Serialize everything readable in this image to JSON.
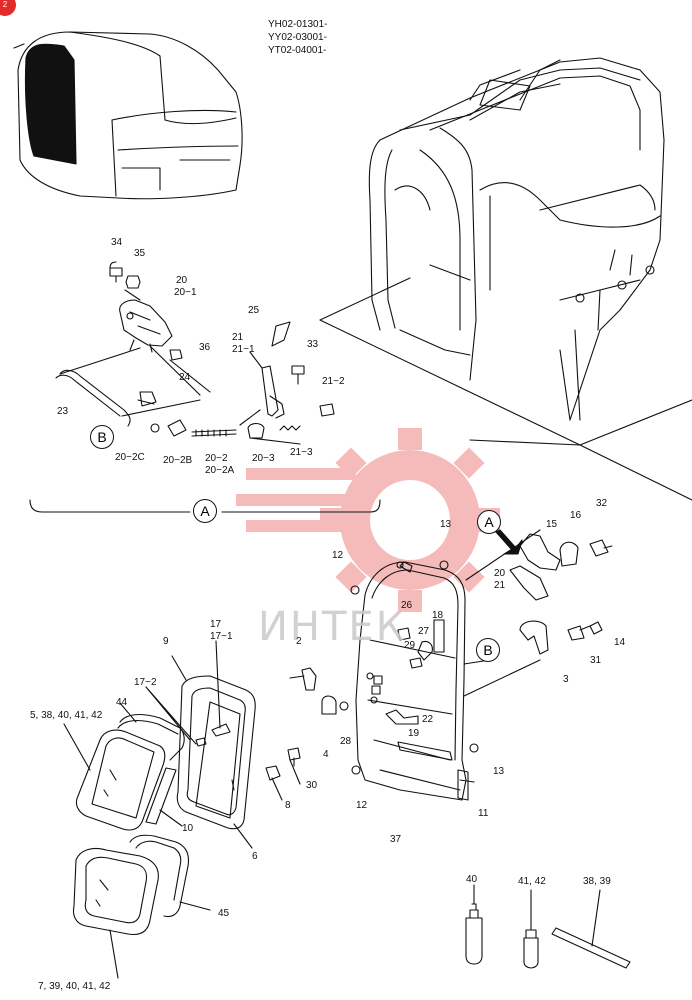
{
  "serial_numbers": [
    "YH02-01301-",
    "YY02-03001-",
    "YT02-04001-"
  ],
  "watermark": {
    "text": "ИНТЕК",
    "color": "#e32b2b"
  },
  "corner_badge": "2",
  "callouts": {
    "a_detail": "A",
    "a_ref": "A",
    "b_left": "B",
    "b_right": "B"
  },
  "labels": {
    "p34": "34",
    "p35": "35",
    "p20_top": "20",
    "p20_1": "20−1",
    "p36": "36",
    "p23": "23",
    "p24": "24",
    "p20_2C": "20−2C",
    "p20_2B": "20−2B",
    "p20_2": "20−2",
    "p20_2A": "20−2A",
    "p20_3": "20−3",
    "p25": "25",
    "p21": "21",
    "p21_1": "21−1",
    "p33": "33",
    "p21_2": "21−2",
    "p21_3": "21−3",
    "p13_top": "13",
    "p15": "15",
    "p16": "16",
    "p32": "32",
    "p20_r": "20",
    "p21_r": "21",
    "p12_top": "12",
    "p26": "26",
    "p18": "18",
    "p27": "27",
    "p29": "29",
    "p14": "14",
    "p31": "31",
    "p3": "3",
    "p2": "2",
    "p22": "22",
    "p19": "19",
    "p28": "28",
    "p4": "4",
    "p13_bot": "13",
    "p12_bot": "12",
    "p11": "11",
    "p37": "37",
    "p9": "9",
    "p17": "17",
    "p17_1": "17−1",
    "p17_2": "17−2",
    "p44": "44",
    "p5_group": "5, 38, 40, 41, 42",
    "p30": "30",
    "p8": "8",
    "p10": "10",
    "p6": "6",
    "p45": "45",
    "p7_group": "7, 39, 40, 41, 42",
    "p40": "40",
    "p41_42": "41, 42",
    "p38_39": "38, 39"
  }
}
